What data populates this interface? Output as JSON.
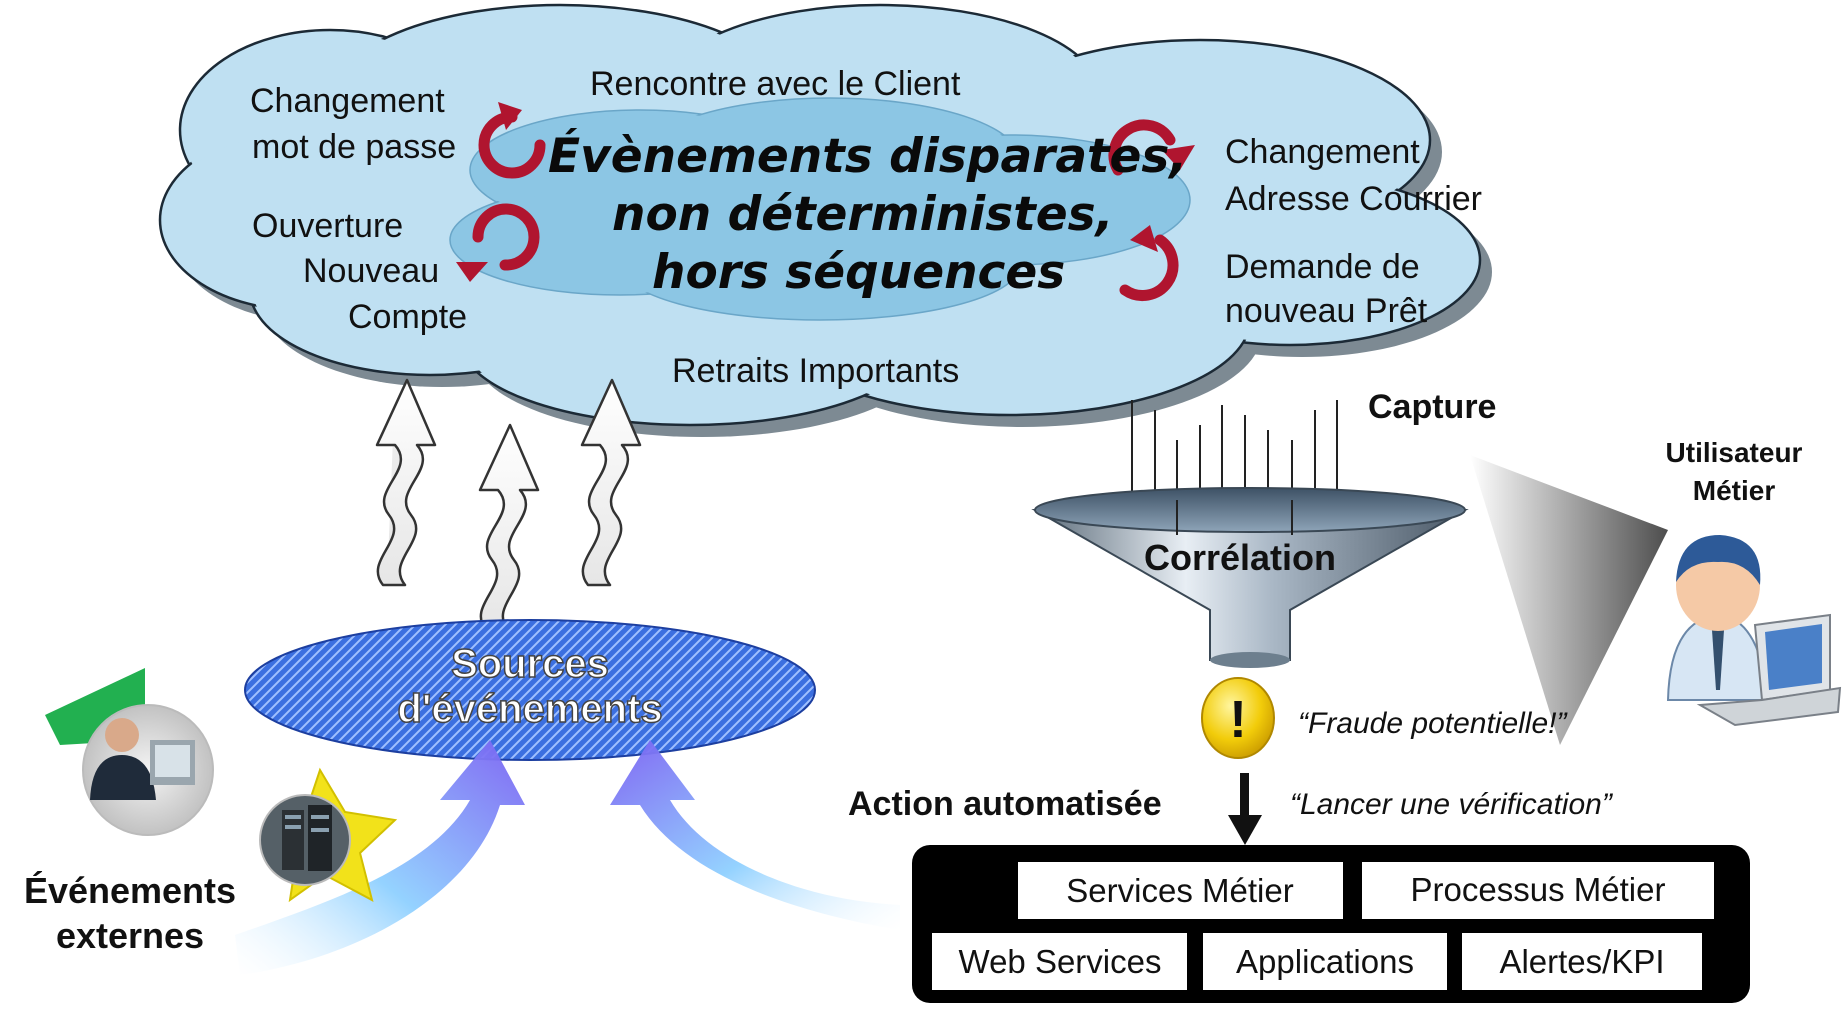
{
  "cloud": {
    "headline": [
      "Évènements disparates,",
      "non déterministes,",
      "hors séquences"
    ],
    "events": {
      "top": "Rencontre avec le Client",
      "left_top": [
        "Changement",
        "mot de passe"
      ],
      "left_bottom": [
        "Ouverture",
        "Nouveau",
        "Compte"
      ],
      "right_top": [
        "Changement",
        "Adresse Courrier"
      ],
      "right_bottom": [
        "Demande de",
        "nouveau Prêt"
      ],
      "bottom": "Retraits Importants"
    }
  },
  "sources": {
    "label": [
      "Sources",
      "d'événements"
    ]
  },
  "external": {
    "label": [
      "Événements",
      "externes"
    ]
  },
  "capture_label": "Capture",
  "correlation_label": "Corrélation",
  "business_user": [
    "Utilisateur",
    "Métier"
  ],
  "alert": {
    "symbol": "!",
    "quote": "“Fraude potentielle!”"
  },
  "action": {
    "label": "Action automatisée",
    "quote": "“Lancer une vérification”"
  },
  "targets": {
    "row1": [
      "Services Métier",
      "Processus Métier"
    ],
    "row2": [
      "Web Services",
      "Applications",
      "Alertes/KPI"
    ]
  },
  "colors": {
    "cloud_fill": "#bfe0f2",
    "cloud_inner": "#7dbbdc",
    "cycle_arrow": "#b0152f",
    "sources_fill": "#2f5fd8",
    "big_arrow": "#7f7ff0",
    "box_bg": "#000000",
    "alert_fill": "#f4d10a"
  }
}
